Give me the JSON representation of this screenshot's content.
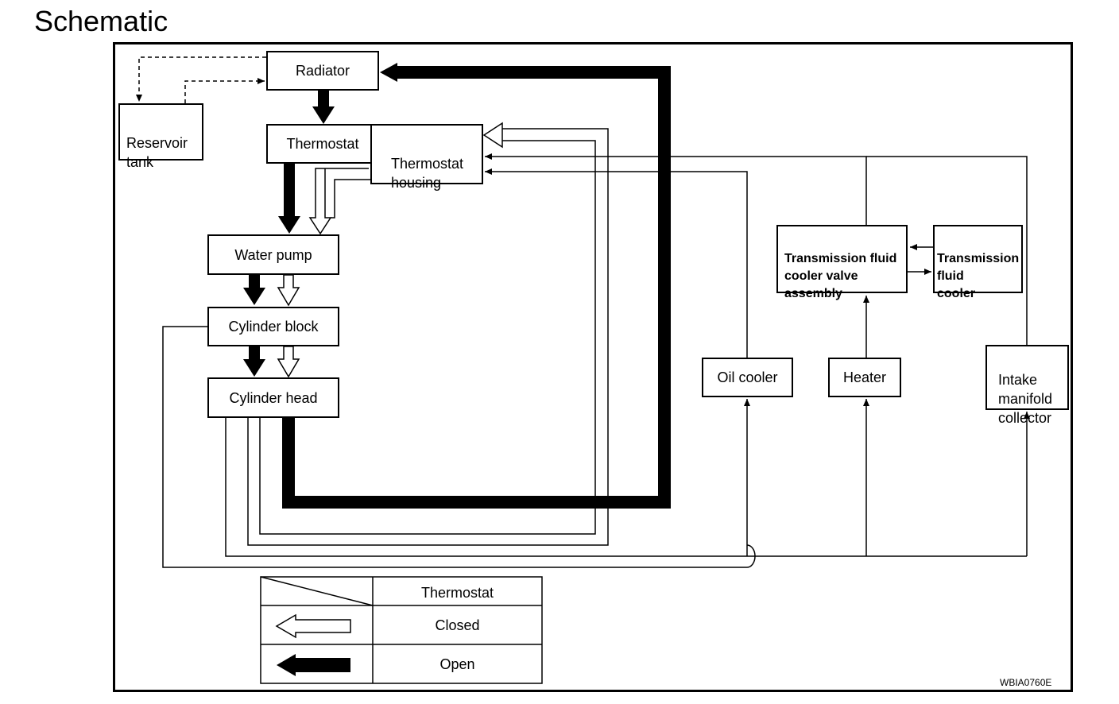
{
  "title": "Schematic",
  "components": {
    "radiator": "Radiator",
    "reservoir_tank": "Reservoir\ntank",
    "thermostat": "Thermostat",
    "thermostat_housing": "Thermostat\nhousing",
    "water_pump": "Water pump",
    "cylinder_block": "Cylinder block",
    "cylinder_head": "Cylinder head",
    "tf_cooler_valve": "Transmission fluid\ncooler valve\nassembly",
    "tf_cooler": "Transmission\nfluid\ncooler",
    "oil_cooler": "Oil cooler",
    "heater": "Heater",
    "intake_manifold": "Intake\nmanifold\ncollector"
  },
  "legend": {
    "header": "Thermostat",
    "closed": "Closed",
    "open": "Open"
  },
  "figure_code": "WBIA0760E"
}
